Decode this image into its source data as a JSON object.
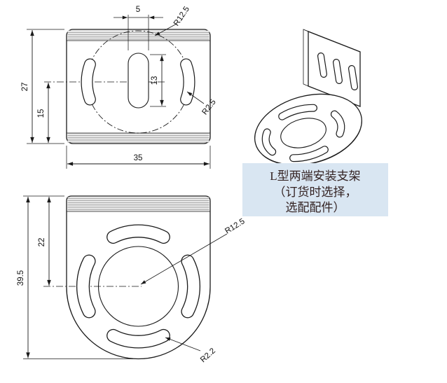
{
  "drawing": {
    "top_view": {
      "dim_slot_width": "5",
      "dim_circle_radius": "R12.5",
      "dim_plate_height": "27",
      "dim_center_offset": "15",
      "dim_slot_length": "13",
      "dim_slot_radius": "R2.5",
      "dim_plate_width": "35"
    },
    "front_view": {
      "dim_plate_height": "39.5",
      "dim_center_offset": "22",
      "dim_circle_radius": "R12.5",
      "dim_slot_radius": "R2.2"
    },
    "callout": {
      "line1": "L型两端安装支架",
      "line2": "（订货时选择，",
      "line3": "选配配件）"
    },
    "colors": {
      "callout_bg": "#d9e6f2",
      "line_color": "#1a1a1a",
      "text_color": "#332222"
    }
  }
}
